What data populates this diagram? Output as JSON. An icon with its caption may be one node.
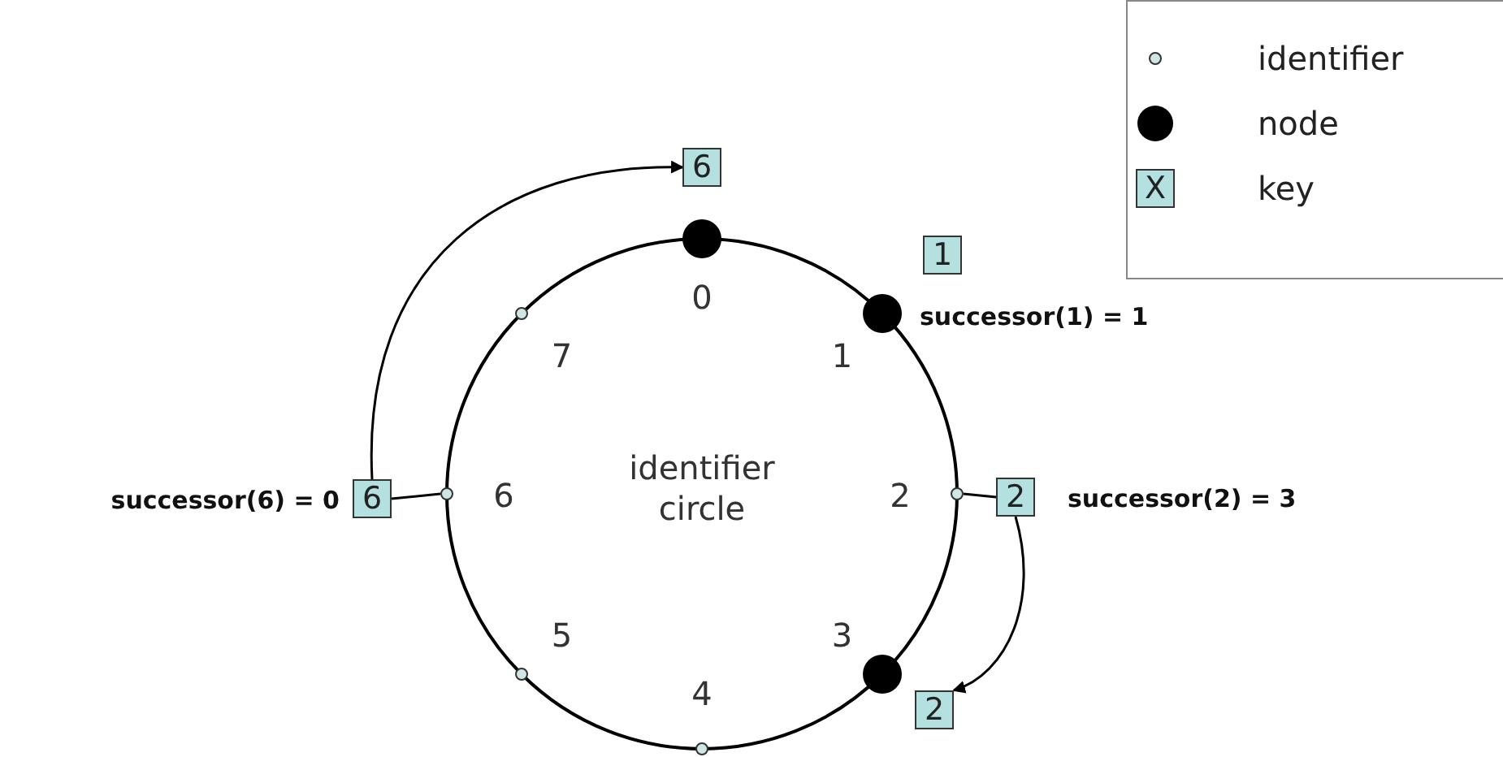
{
  "diagram": {
    "nodes": [
      {
        "text": [
          "6"
        ]
      },
      {
        "text": [
          "1"
        ]
      },
      {
        "text": [],
        "shape": "circle"
      },
      {
        "text": [],
        "shape": "circle"
      },
      {
        "text": [],
        "shape": "circle"
      },
      {
        "text": [],
        "shape": "circle"
      },
      {
        "text": [],
        "shape": "circle"
      },
      {
        "text": [],
        "shape": "circle"
      },
      {
        "text": [],
        "shape": "circle"
      },
      {
        "text": [],
        "shape": "circle"
      },
      {
        "text": [
          "6"
        ],
        "beside": [
          "successor(6) = 0"
        ]
      },
      {
        "text": [
          "2"
        ],
        "beside": [
          "successor(2) = 3"
        ]
      },
      {
        "text": [
          "2"
        ]
      }
    ],
    "edges": [
      {
        "from": 10,
        "to": 0,
        "arrow": "to"
      },
      {
        "from": 11,
        "to": 12,
        "arrow": "to"
      },
      {
        "from": 10,
        "to": 8,
        "arrow": "none"
      },
      {
        "from": 11,
        "to": 4,
        "arrow": "none"
      }
    ],
    "labels": [
      "successor(1) = 1",
      "0",
      "1",
      "2",
      "3",
      "4",
      "5",
      "6",
      "7",
      "identifier circle",
      "X"
    ],
    "legend": [
      {
        "text": "identifier"
      },
      {
        "text": "node"
      },
      {
        "text": "key"
      }
    ]
  }
}
